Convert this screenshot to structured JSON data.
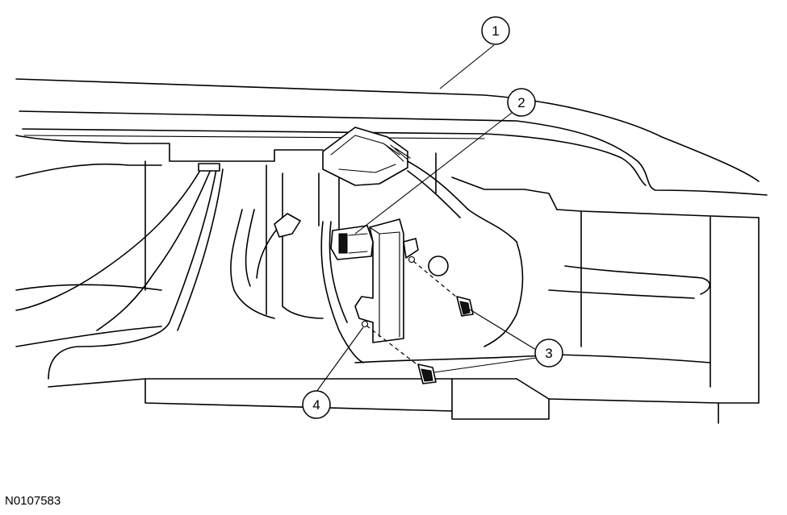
{
  "figure_id": "N0107583",
  "callouts": [
    {
      "number": "1"
    },
    {
      "number": "2"
    },
    {
      "number": "3"
    },
    {
      "number": "4"
    }
  ]
}
